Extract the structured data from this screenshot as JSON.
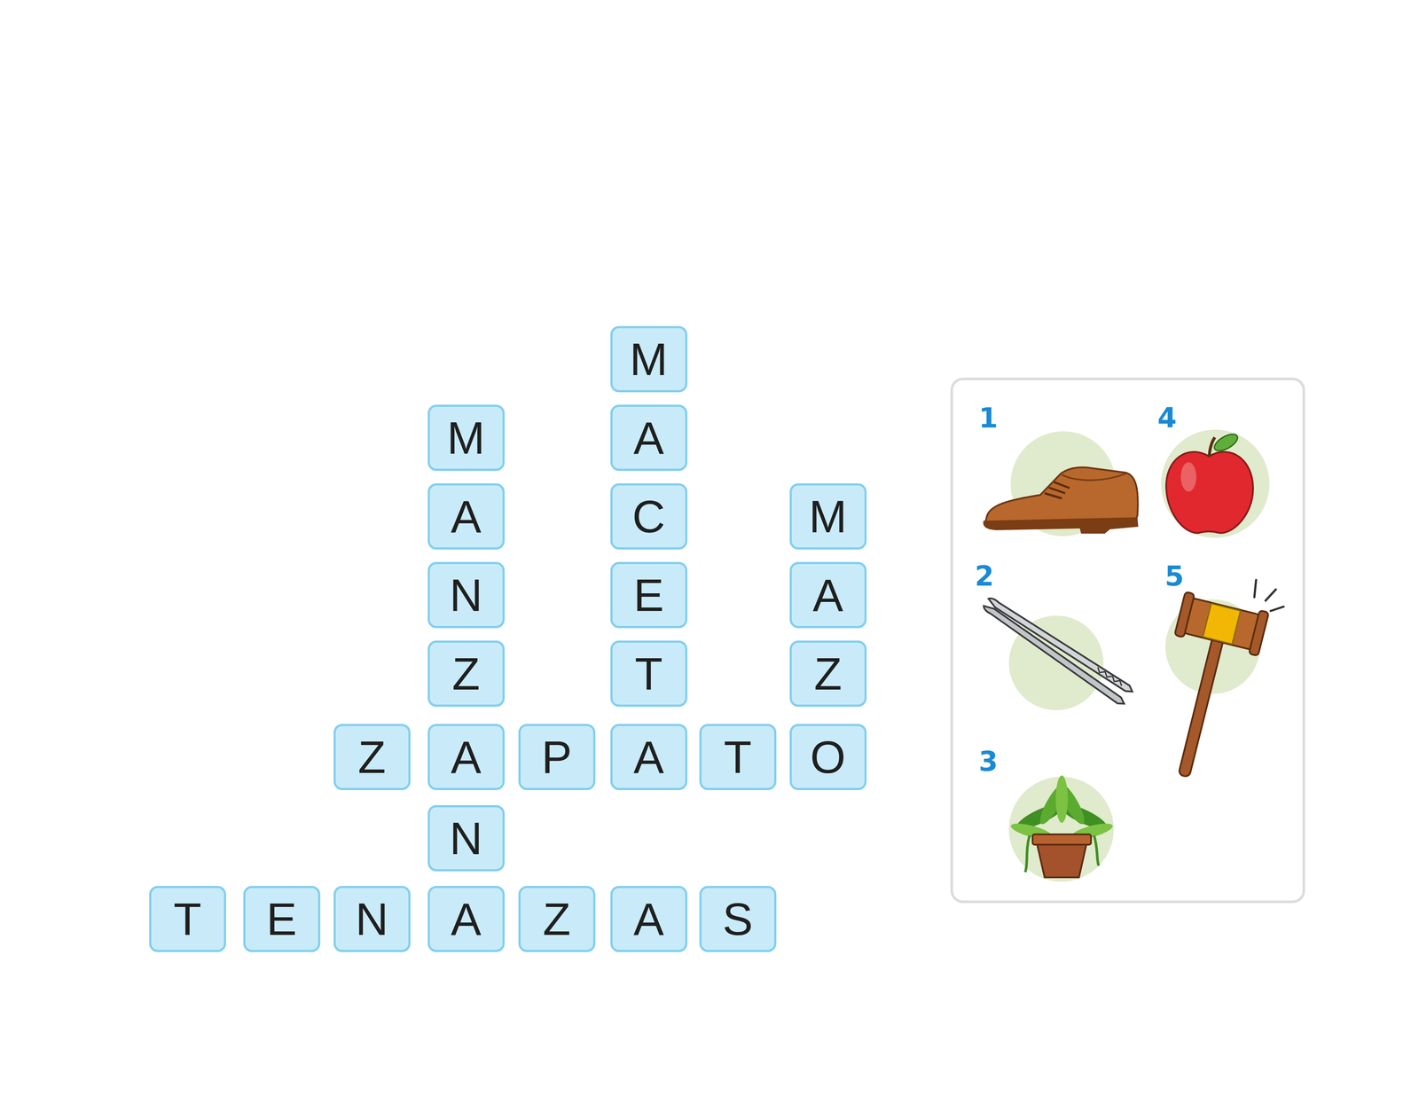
{
  "diagram": {
    "nodes": [
      {
        "text": [
          "M"
        ]
      },
      {
        "text": [
          "M"
        ]
      },
      {
        "text": [
          "A"
        ]
      },
      {
        "text": [
          "A"
        ]
      },
      {
        "text": [
          "C"
        ]
      },
      {
        "text": [
          "M"
        ]
      },
      {
        "text": [
          "N"
        ]
      },
      {
        "text": [
          "E"
        ]
      },
      {
        "text": [
          "A"
        ]
      },
      {
        "text": [
          "Z"
        ]
      },
      {
        "text": [
          "T"
        ]
      },
      {
        "text": [
          "Z"
        ]
      },
      {
        "text": [
          "Z"
        ]
      },
      {
        "text": [
          "A"
        ]
      },
      {
        "text": [
          "P"
        ]
      },
      {
        "text": [
          "A"
        ]
      },
      {
        "text": [
          "T"
        ]
      },
      {
        "text": [
          "O"
        ]
      },
      {
        "text": [
          "N"
        ]
      },
      {
        "text": [
          "T"
        ]
      },
      {
        "text": [
          "E"
        ]
      },
      {
        "text": [
          "N"
        ]
      },
      {
        "text": [
          "A"
        ]
      },
      {
        "text": [
          "Z"
        ]
      },
      {
        "text": [
          "A"
        ]
      },
      {
        "text": [
          "S"
        ]
      }
    ],
    "labels": [
      "1",
      "4",
      "2",
      "5",
      "3"
    ]
  }
}
